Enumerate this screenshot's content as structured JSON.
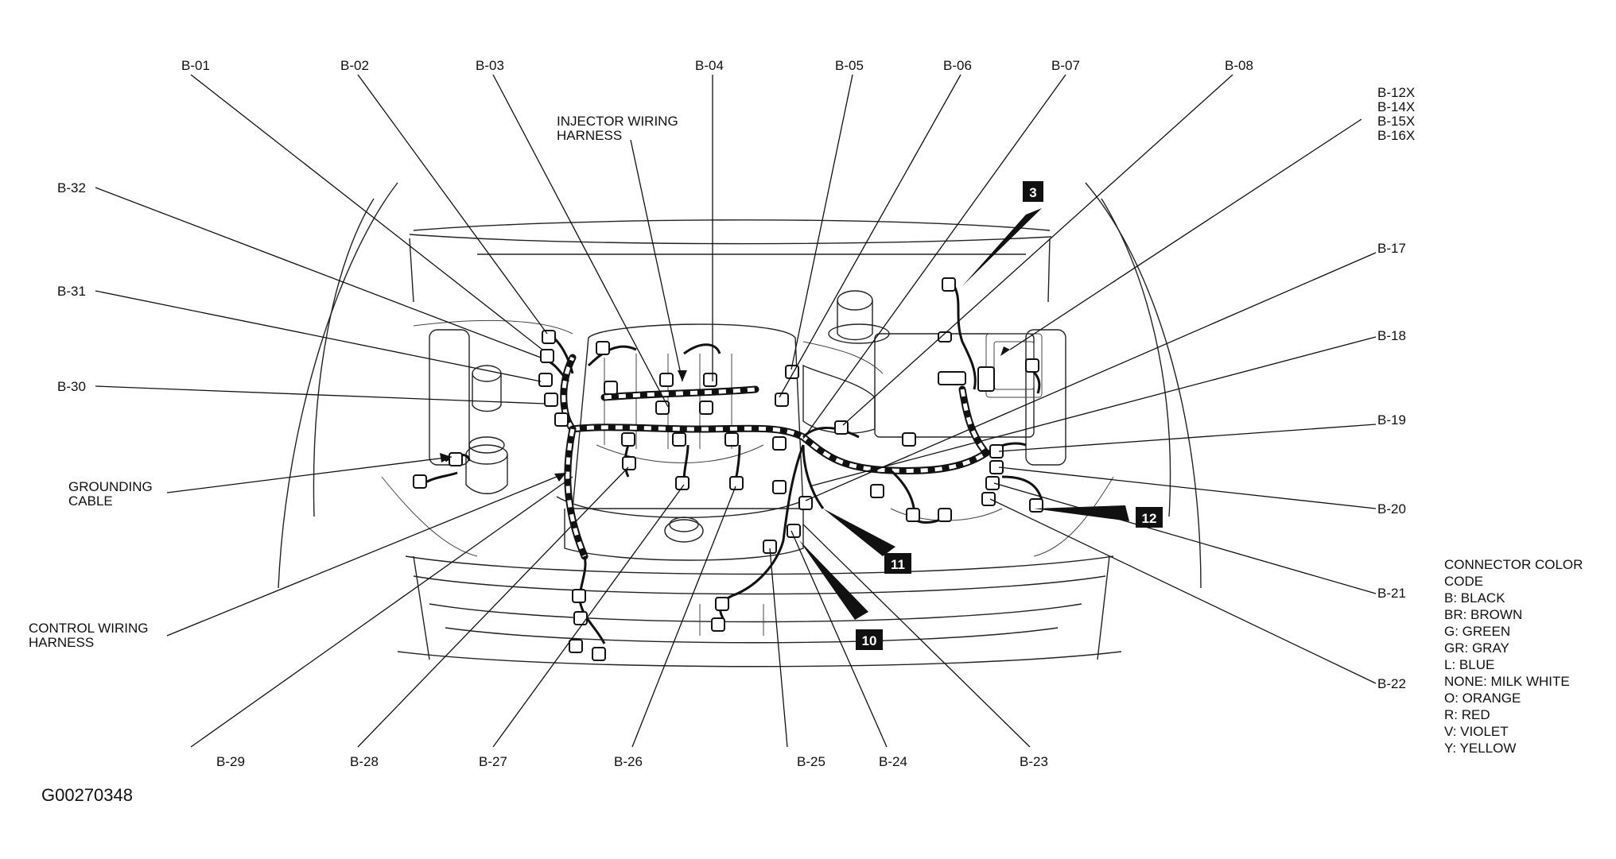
{
  "labels": {
    "b01": "B-01",
    "b02": "B-02",
    "b03": "B-03",
    "b04": "B-04",
    "b05": "B-05",
    "b06": "B-06",
    "b07": "B-07",
    "b08": "B-08",
    "b12x": "B-12X",
    "b14x": "B-14X",
    "b15x": "B-15X",
    "b16x": "B-16X",
    "b17": "B-17",
    "b18": "B-18",
    "b19": "B-19",
    "b20": "B-20",
    "b21": "B-21",
    "b22": "B-22",
    "b23": "B-23",
    "b24": "B-24",
    "b25": "B-25",
    "b26": "B-26",
    "b27": "B-27",
    "b28": "B-28",
    "b29": "B-29",
    "b30": "B-30",
    "b31": "B-31",
    "b32": "B-32",
    "injector_line1": "INJECTOR WIRING",
    "injector_line2": "HARNESS",
    "grounding_line1": "GROUNDING",
    "grounding_line2": "CABLE",
    "control_line1": "CONTROL WIRING",
    "control_line2": "HARNESS"
  },
  "badges": {
    "b3": "3",
    "b10": "10",
    "b11": "11",
    "b12": "12"
  },
  "legend": {
    "title_line1": "CONNECTOR COLOR",
    "title_line2": "CODE",
    "items": [
      "B: BLACK",
      "BR: BROWN",
      "G: GREEN",
      "GR: GRAY",
      "L: BLUE",
      "NONE: MILK WHITE",
      "O: ORANGE",
      "R: RED",
      "V: VIOLET",
      "Y: YELLOW"
    ]
  },
  "figure_id": "G00270348"
}
